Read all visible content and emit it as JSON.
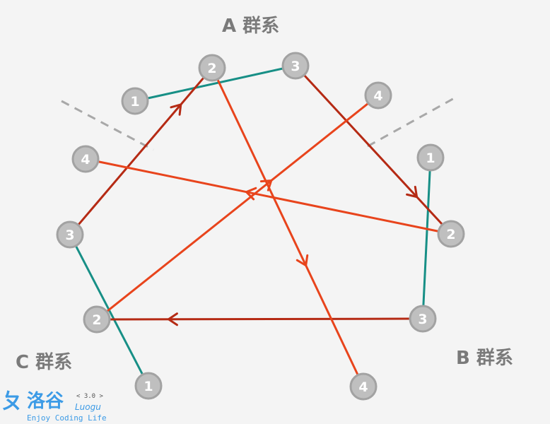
{
  "clusters": {
    "a": {
      "label": "A 群系"
    },
    "b": {
      "label": "B 群系"
    },
    "c": {
      "label": "C 群系"
    }
  },
  "nodes": [
    {
      "id": "a1",
      "label": "1"
    },
    {
      "id": "a2",
      "label": "2"
    },
    {
      "id": "a3",
      "label": "3"
    },
    {
      "id": "a4",
      "label": "4"
    },
    {
      "id": "b1",
      "label": "1"
    },
    {
      "id": "b2",
      "label": "2"
    },
    {
      "id": "b3",
      "label": "3"
    },
    {
      "id": "b4",
      "label": "4"
    },
    {
      "id": "c1",
      "label": "1"
    },
    {
      "id": "c2",
      "label": "2"
    },
    {
      "id": "c3",
      "label": "3"
    },
    {
      "id": "c4",
      "label": "4"
    }
  ],
  "edges": [
    {
      "from": "a1",
      "to": "a3",
      "kind": "teal"
    },
    {
      "from": "b1",
      "to": "b3",
      "kind": "teal"
    },
    {
      "from": "c3",
      "to": "c1",
      "kind": "teal"
    },
    {
      "from": "c3",
      "to": "a2",
      "kind": "dark"
    },
    {
      "from": "a3",
      "to": "b2",
      "kind": "dark"
    },
    {
      "from": "b3",
      "to": "c2",
      "kind": "dark"
    },
    {
      "from": "a2",
      "to": "b4",
      "kind": "orange"
    },
    {
      "from": "c2",
      "to": "a4",
      "kind": "orange"
    },
    {
      "from": "b2",
      "to": "c4",
      "kind": "orange"
    }
  ],
  "colors": {
    "node_fill": "#bfbfbf",
    "node_stroke": "#a2a2a2",
    "teal": "#178f86",
    "dark": "#b52a14",
    "orange": "#e8441c",
    "divider": "#a8a8a8"
  },
  "logo": {
    "glyph": "ㄆ",
    "title": "洛谷",
    "version": "< 3.0 >",
    "english": "Luogu",
    "slogan": "Enjoy Coding Life"
  }
}
